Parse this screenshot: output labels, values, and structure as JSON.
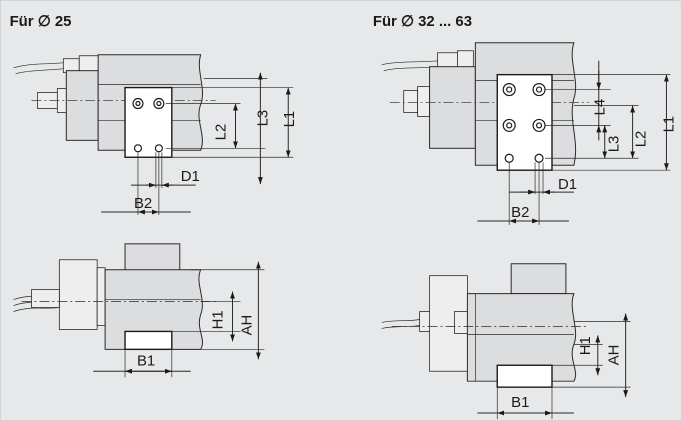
{
  "panels": {
    "left": {
      "title": "Für ∅ 25"
    },
    "right": {
      "title": "Für ∅ 32 ... 63"
    }
  },
  "dimensions": {
    "L1": "L1",
    "L2": "L2",
    "L3": "L3",
    "L4": "L4",
    "D1": "D1",
    "B1": "B1",
    "B2": "B2",
    "H1": "H1",
    "AH": "AH"
  },
  "colors": {
    "background": "#e7e8e9",
    "line": "#2a2a2a",
    "plate": "#ffffff"
  }
}
